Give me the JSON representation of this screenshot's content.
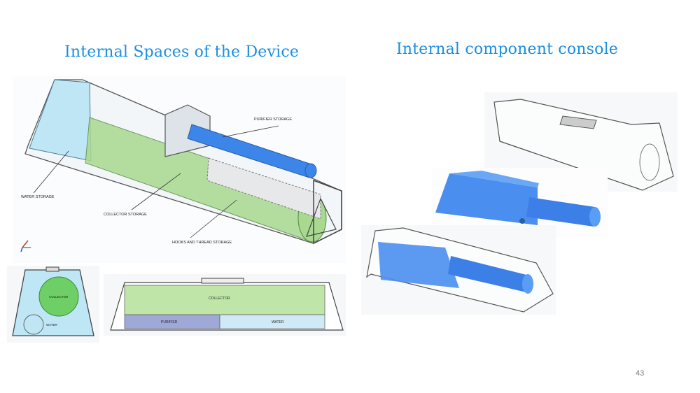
{
  "slide": {
    "title_left": "Internal Spaces of the Device",
    "title_right": "Internal component console",
    "page_number": "43"
  },
  "main_render": {
    "labels": {
      "purifier_storage": "PURIFIER STORAGE",
      "water_storage": "WATER STORAGE",
      "collector_storage": "COLLECTOR STORAGE",
      "hooks_thread_storage": "HOOKS AND THREAD STORAGE"
    }
  },
  "end_view": {
    "labels": {
      "collector": "COLLECTOR",
      "water": "WATER"
    }
  },
  "top_view": {
    "labels": {
      "collector": "COLLECTOR",
      "purifier": "PURIFIER",
      "water": "WATER"
    }
  },
  "colors": {
    "title_blue": "#1a8fe0",
    "water_cyan": "#bfe6f5",
    "collector_green": "#9fd38a",
    "purifier_blue": "#4d90f0"
  }
}
